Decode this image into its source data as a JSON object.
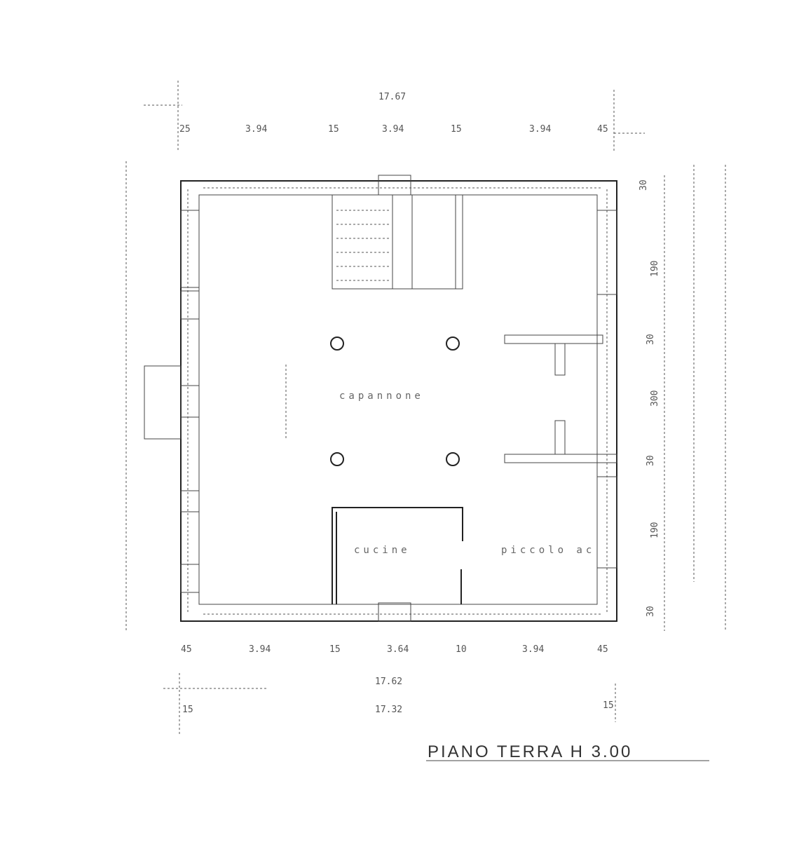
{
  "plan": {
    "title": "PIANO TERRA H 3.00",
    "rooms": {
      "main": "capannone",
      "kitchen": "cucine",
      "side": "piccolo ac"
    },
    "top_dimensions": {
      "total": "17.67",
      "segments": [
        "25",
        "3.94",
        "15",
        "3.94",
        "15",
        "3.94",
        "45"
      ]
    },
    "bottom_dimensions": {
      "segments": [
        "45",
        "3.94",
        "15",
        "3.64",
        "10",
        "3.94",
        "45"
      ],
      "total_outer": "17.62",
      "total_inner": "17.32",
      "edge_left": "15",
      "edge_right": "15"
    },
    "right_dimensions": [
      "30",
      "190",
      "30",
      "300",
      "30",
      "190",
      "30"
    ],
    "colors": {
      "line": "#222222",
      "text": "#555555"
    }
  }
}
